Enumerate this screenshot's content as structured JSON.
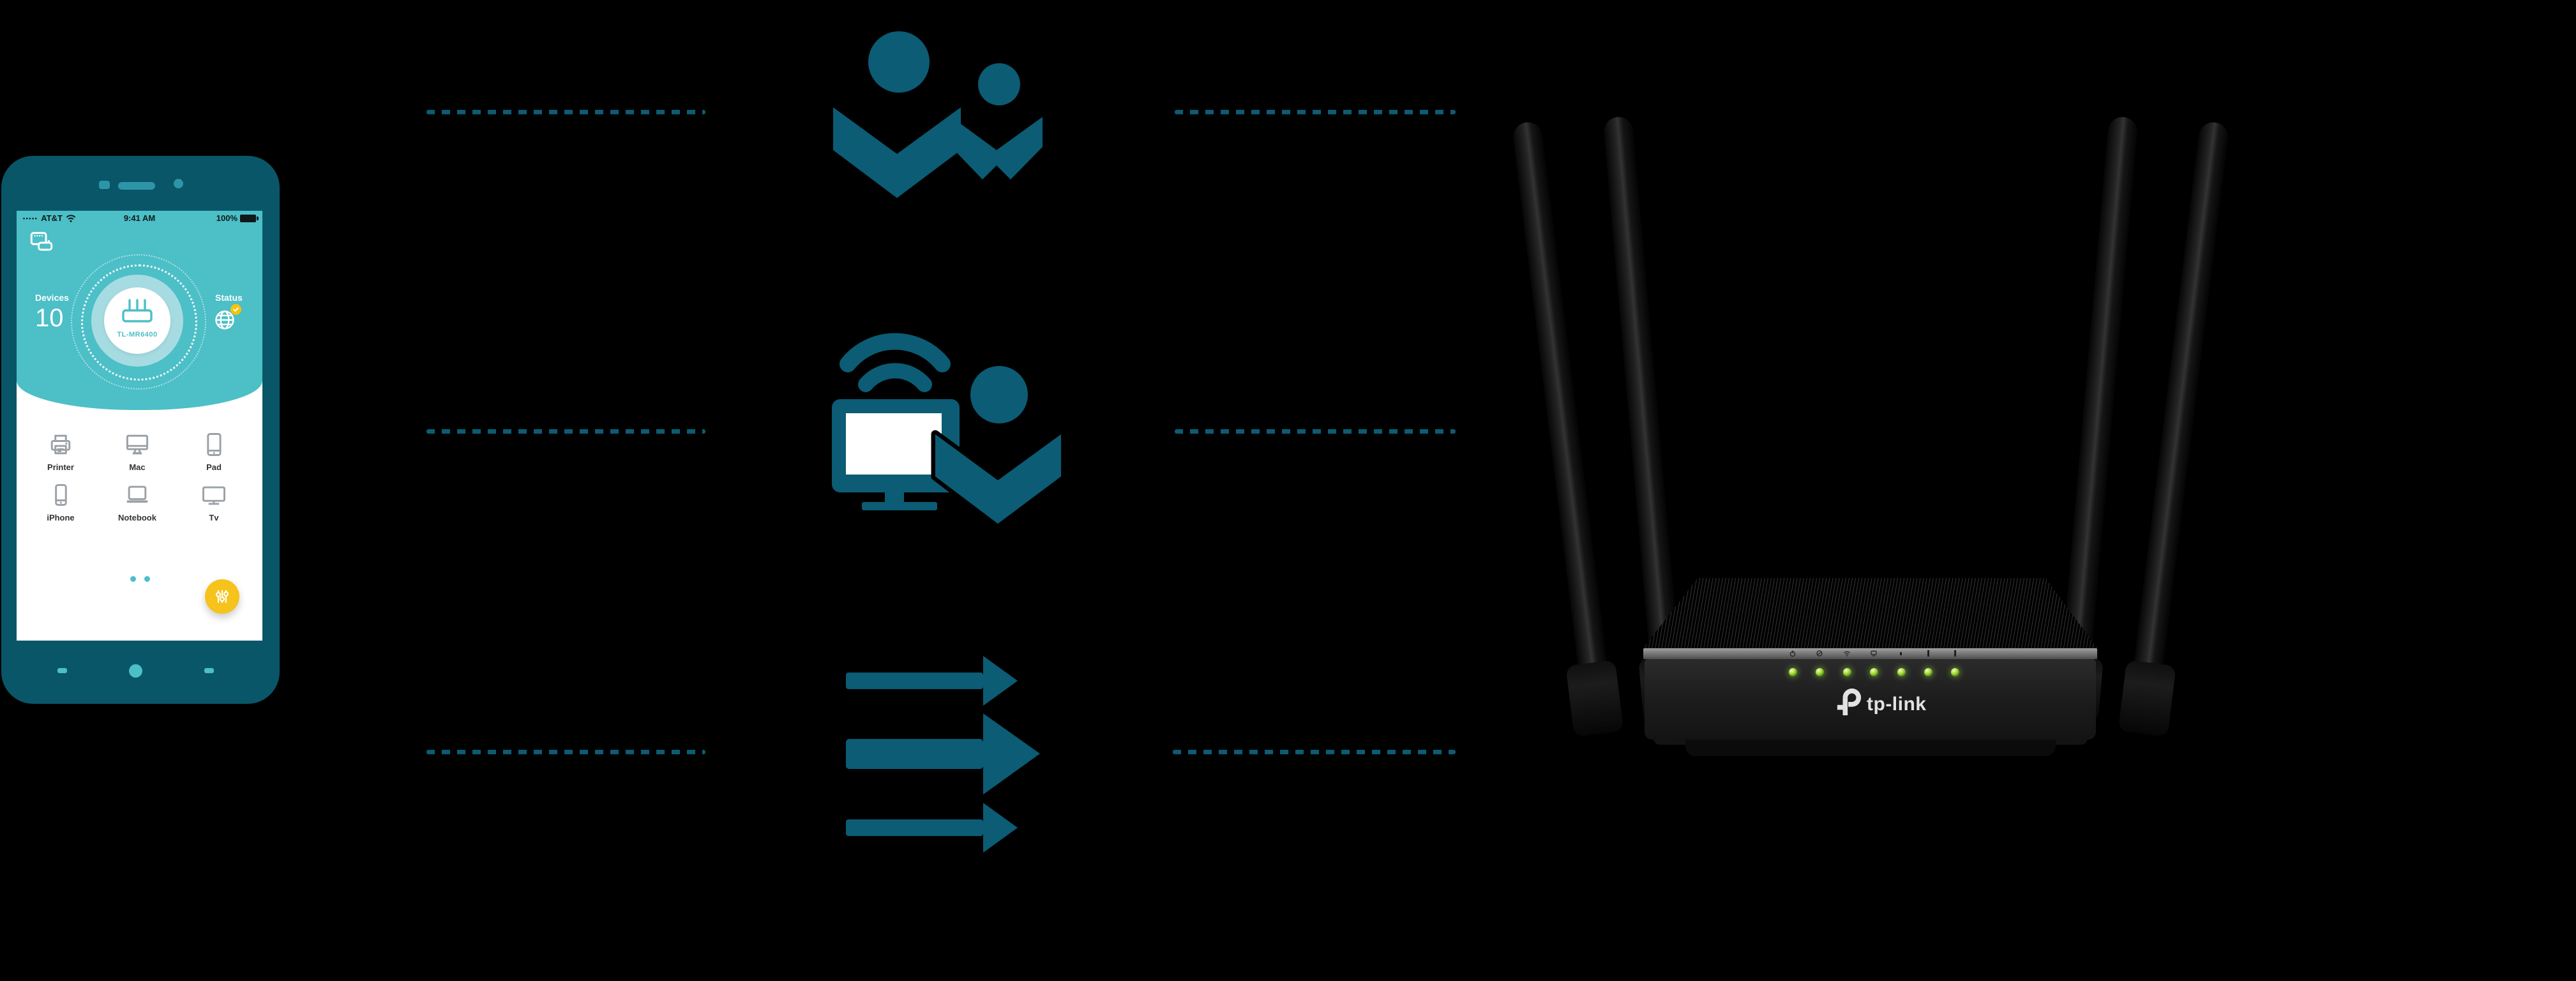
{
  "scene": {
    "background": "#000000"
  },
  "colors": {
    "accent_teal": "#4CBFC7",
    "deep_teal": "#0B5C74",
    "phone_body": "#095668",
    "fab_yellow": "#F5C31B",
    "badge_yellow": "#F8C20D",
    "led_green": "#9ED32F",
    "logo_white": "#E2E2E2"
  },
  "phone": {
    "status_bar": {
      "signal_dots": "•••••",
      "carrier": "AT&T",
      "time": "9:41 AM",
      "battery": "100%"
    },
    "header": {
      "devices_label": "Devices",
      "devices_count": "10",
      "status_label": "Status",
      "router_model": "TL-MR6400"
    },
    "devices": [
      {
        "label": "Printer"
      },
      {
        "label": "Mac"
      },
      {
        "label": "Pad"
      },
      {
        "label": "iPhone"
      },
      {
        "label": "Notebook"
      },
      {
        "label": "Tv"
      }
    ]
  },
  "features": {
    "icons": [
      {
        "name": "family-parent-child"
      },
      {
        "name": "computer-wifi-user"
      },
      {
        "name": "three-right-arrows"
      }
    ]
  },
  "icons": {
    "fab": "tune-sliders",
    "status_globe": "globe-with-check",
    "clients": "connected-devices",
    "router_glyph": "wifi-router"
  },
  "router": {
    "brand": "tp-link",
    "led_count": 7,
    "panel_icons": [
      "power",
      "internet",
      "wifi",
      "lan",
      "dot",
      "bar",
      "bar"
    ]
  }
}
